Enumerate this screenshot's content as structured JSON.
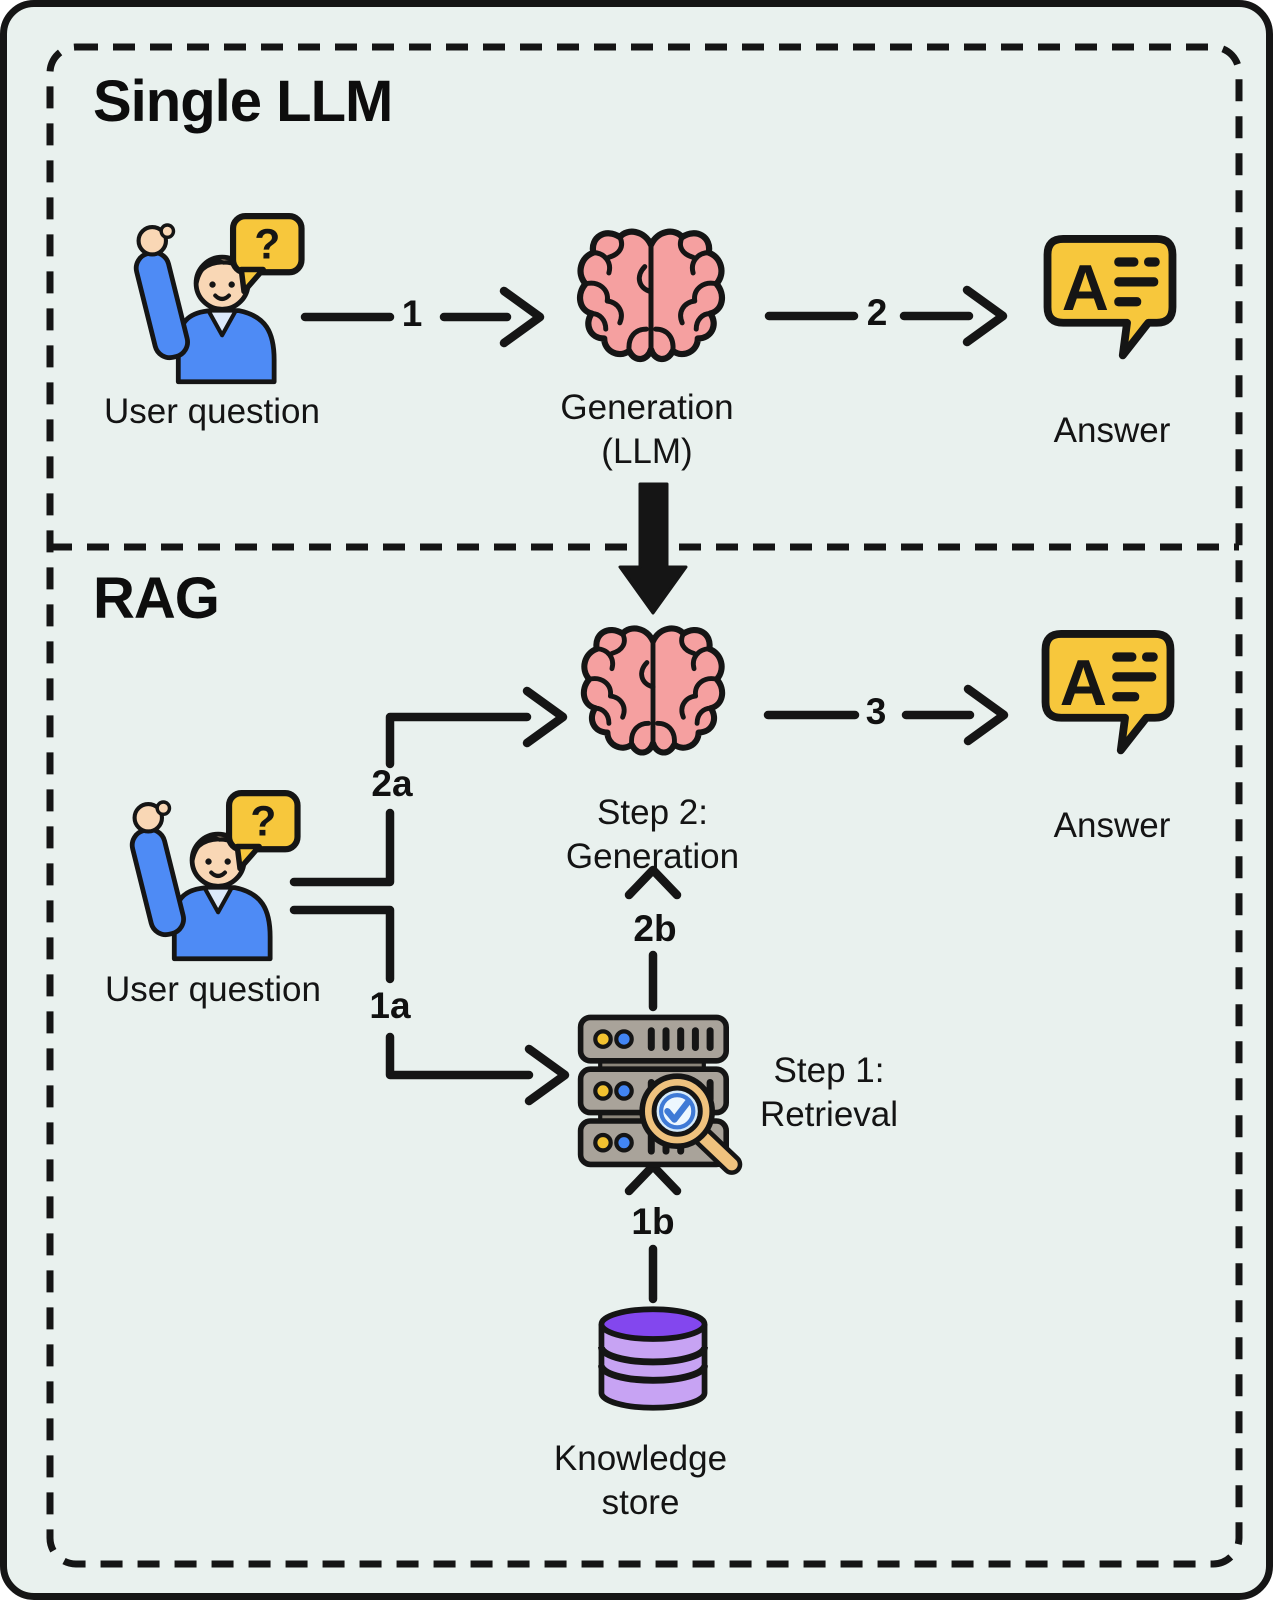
{
  "colors": {
    "background": "#E9F1EE",
    "outline": "#151515",
    "bubble_yellow": "#F7C73C",
    "brain_pink": "#F5A0A0",
    "sweater_blue": "#4E8BF5",
    "skin": "#F9D7B5",
    "hair_brown": "#A06A3C",
    "collar_blue": "#DCE9FA",
    "server_gray": "#A9A39A",
    "server_dark_gray": "#8B857A",
    "dot_yellow": "#F2C230",
    "dot_blue": "#4285F4",
    "magnifier_tan": "#EFC27E",
    "lens_blue": "#D6EBFA",
    "check_blue": "#3F7AD6",
    "db_purple_light": "#C7A3F3",
    "db_purple_dark": "#8347EE"
  },
  "icons": {
    "question_mark": "?",
    "answer_letter": "A"
  },
  "single_llm": {
    "title": "Single LLM",
    "user_label": "User question",
    "generation_label": "Generation (LLM)",
    "answer_label": "Answer",
    "arrows": {
      "to_generation": "1",
      "to_answer": "2"
    }
  },
  "rag": {
    "title": "RAG",
    "user_label": "User question",
    "generation_label": "Step 2: Generation",
    "retrieval_label": "Step 1: Retrieval",
    "knowledge_label": "Knowledge store",
    "answer_label": "Answer",
    "arrows": {
      "question_to_generation": "2a",
      "question_to_retrieval": "1a",
      "retrieval_to_generation": "2b",
      "knowledge_to_retrieval": "1b",
      "to_answer": "3"
    }
  }
}
